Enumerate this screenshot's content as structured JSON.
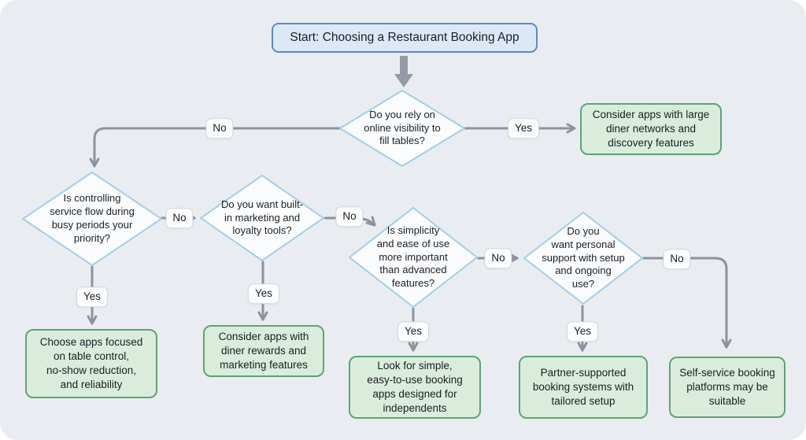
{
  "colors": {
    "canvas_background": "#e9edf1",
    "page_background": "#ffffff",
    "connector": "#8d939d",
    "start_fill": "#dce8f7",
    "start_border": "#5f87c5",
    "decision_fill": "#fafcfe",
    "decision_border": "#a5cde8",
    "outcome_fill": "#daeddd",
    "outcome_border": "#5fa372",
    "pill_fill": "#fcfdfe",
    "pill_border": "#d3d6da",
    "text": "#1c1e21"
  },
  "flowchart": {
    "start": {
      "label": "Start: Choosing a Restaurant Booking App"
    },
    "decisions": [
      {
        "label": "Do you rely on\nonline visibility to\nfill tables?"
      },
      {
        "label": "Is controlling\nservice flow during\nbusy periods your\npriority?"
      },
      {
        "label": "Do you want built-\nin marketing and\nloyalty tools?"
      },
      {
        "label": "Is simplicity\nand ease of use\nmore important\nthan advanced\nfeatures?"
      },
      {
        "label": "Do you\nwant personal\nsupport with setup\nand ongoing\nuse?"
      }
    ],
    "outcomes": [
      {
        "label": "Consider apps with large\ndiner networks and\ndiscovery features"
      },
      {
        "label": "Choose apps focused\non table control,\nno-show reduction,\nand reliability"
      },
      {
        "label": "Consider apps with\ndiner rewards and\nmarketing features"
      },
      {
        "label": "Look for simple,\neasy-to-use booking\napps designed for\nindependents"
      },
      {
        "label": "Partner-supported\nbooking systems with\ntailored setup"
      },
      {
        "label": "Self-service booking\nplatforms may be\nsuitable"
      }
    ],
    "edge_labels": [
      {
        "id": "d1-no",
        "label": "No"
      },
      {
        "id": "d1-yes",
        "label": "Yes"
      },
      {
        "id": "d2-no",
        "label": "No"
      },
      {
        "id": "d2-yes",
        "label": "Yes"
      },
      {
        "id": "d3-no",
        "label": "No"
      },
      {
        "id": "d3-yes",
        "label": "Yes"
      },
      {
        "id": "d4-no",
        "label": "No"
      },
      {
        "id": "d4-yes",
        "label": "Yes"
      },
      {
        "id": "d5-no",
        "label": "No"
      },
      {
        "id": "d5-yes",
        "label": "Yes"
      }
    ]
  }
}
